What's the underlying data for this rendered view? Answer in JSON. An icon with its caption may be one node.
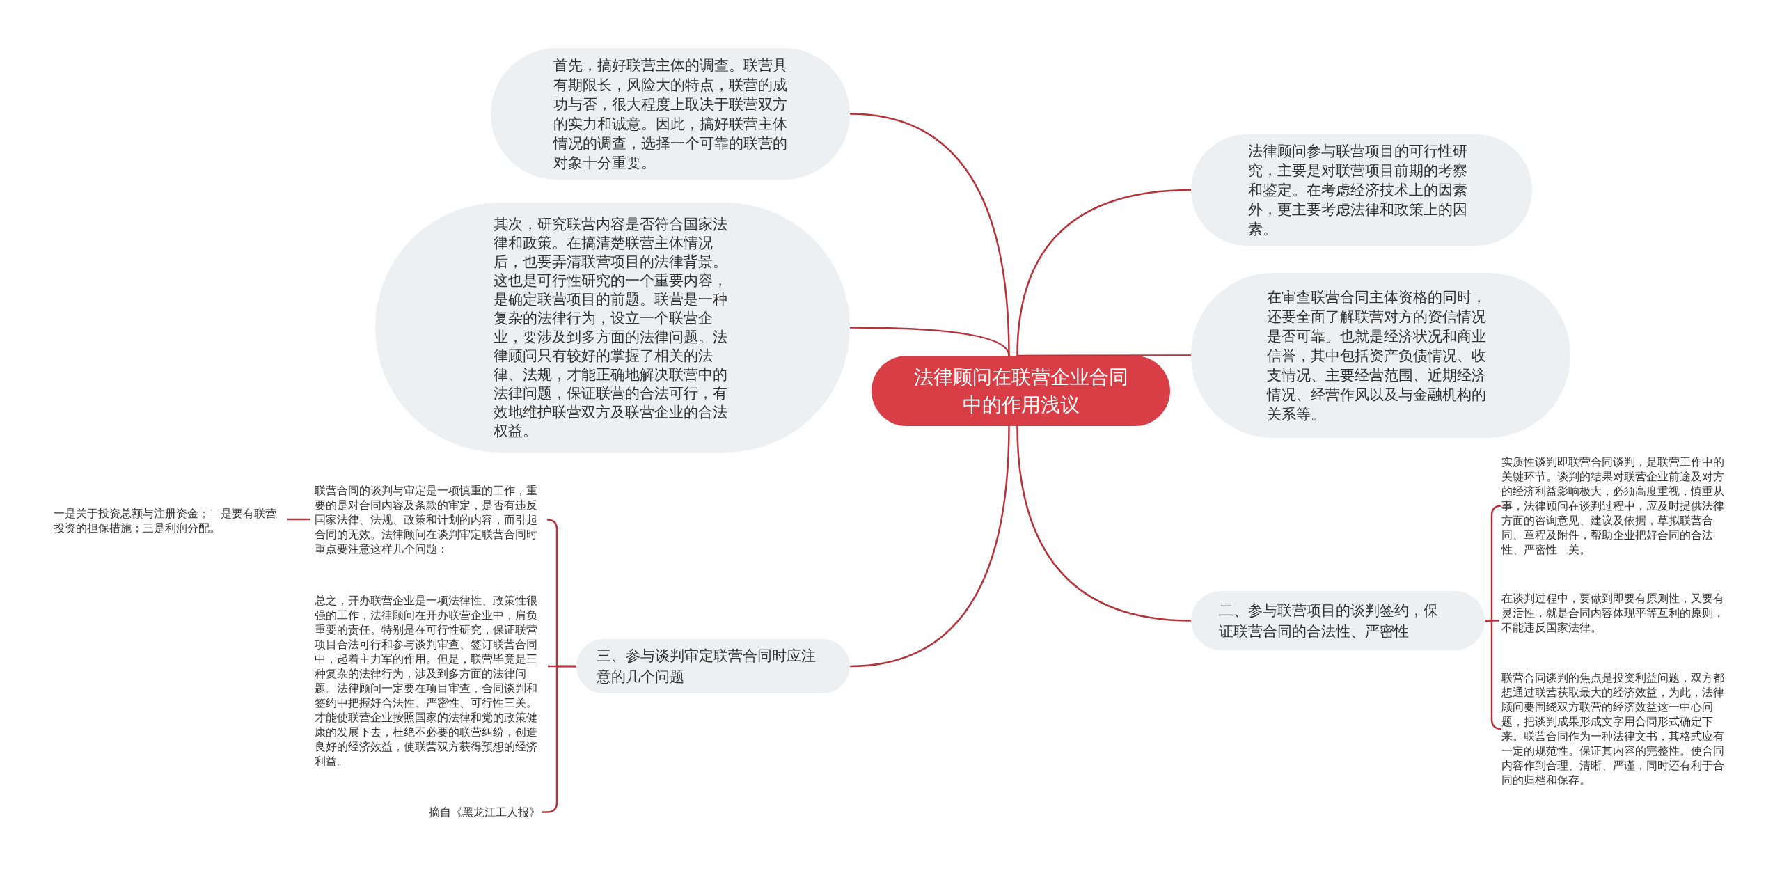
{
  "diagram": {
    "nodes": [
      {
        "text": [
          "法律顾问在联营企业合同中的作用浅议"
        ]
      },
      {
        "text": [
          "首先，搞好联营主体的调查。联营具有期限长，风险大的特点，联营的成功与否，很大程度上取决于联营双方的实力和诚意。因此，搞好联营主体情况的调查，选择一个可靠的联营的对象十分重要。"
        ]
      },
      {
        "text": [
          "其次，研究联营内容是否符合国家法律和政策。在搞清楚联营主体情况后，也要弄清联营项目的法律背景。这也是可行性研究的一个重要内容，是确定联营项目的前题。联营是一种复杂的法律行为，设立一个联营企业，要涉及到多方面的法律问题。法律顾问只有较好的掌握了相关的法律、法规，才能正确地解决联营中的法律问题，保证联营的合法可行，有效地维护联营双方及联营企业的合法权益。"
        ]
      },
      {
        "text": [
          "法律顾问参与联营项目的可行性研究，主要是对联营项目前期的考察和鉴定。在考虑经济技术上的因素外，更主要考虑法律和政策上的因素。"
        ]
      },
      {
        "text": [
          "在审查联营合同主体资格的同时，还要全面了解联营对方的资信情况是否可靠。也就是经济状况和商业信誉，其中包括资产负债情况、收支情况、主要经营范围、近期经济情况、经营作风以及与金融机构的关系等。"
        ]
      },
      {
        "text": [
          "二、参与联营项目的谈判签约，保证联营合同的合法性、严密性"
        ]
      },
      {
        "text": [
          "三、参与谈判审定联营合同时应注意的几个问题"
        ]
      },
      {
        "text": [
          "实质性谈判即联营合同谈判，是联营工作中的关键环节。谈判的结果对联营企业前途及对方的经济利益影响极大，必须高度重视，慎重从事，法律顾问在谈判过程中，应及时提供法律方面的咨询意见、建议及依据，草拟联营合同、章程及附件，帮助企业把好合同的合法性、严密性二关。"
        ]
      },
      {
        "text": [
          "在谈判过程中，要做到即要有原则性，又要有灵活性，就是合同内容体现平等互利的原则，不能违反国家法律。"
        ]
      },
      {
        "text": [
          "联营合同谈判的焦点是投资利益问题，双方都想通过联营获取最大的经济效益，为此，法律顾问要围绕双方联营的经济效益这一中心问题，把谈判成果形成文字用合同形式确定下来。联营合同作为一种法律文书，其格式应有一定的规范性。保证其内容的完整性。使合同内容作到合理、清晰、严谨，同时还有利于合同的归档和保存。"
        ]
      },
      {
        "text": [
          "联营合同的谈判与审定是一项慎重的工作，重要的是对合同内容及条款的审定，是否有违反国家法律、法规、政策和计划的内容，而引起合同的无效。法律顾问在谈判审定联营合同时重点要注意这样几个问题："
        ]
      },
      {
        "text": [
          "总之，开办联营企业是一项法律性、政策性很强的工作，法律顾问在开办联营企业中，肩负重要的责任。特别是在可行性研究，保证联营项目合法可行和参与谈判审查、签订联营合同中，起着主力军的作用。但是，联营毕竟是三种复杂的法律行为，涉及到多方面的法律问题。法律顾问一定要在项目审查，合同谈判和签约中把握好合法性、严密性、可行性三关。才能使联营企业按照国家的法律和党的政策健康的发展下去，杜绝不必要的联营纠纷，创造良好的经济效益，使联营双方获得预想的经济利益。"
        ]
      },
      {
        "text": [
          "摘自《黑龙江工人报》"
        ]
      },
      {
        "text": [
          "一是关于投资总额与注册资金；二是要有联营投资的担保措施；三是利润分配。"
        ]
      }
    ],
    "edges": [
      {
        "from": 0,
        "to": 1,
        "arrow": "none"
      },
      {
        "from": 0,
        "to": 2,
        "arrow": "none"
      },
      {
        "from": 0,
        "to": 3,
        "arrow": "none"
      },
      {
        "from": 0,
        "to": 4,
        "arrow": "none"
      },
      {
        "from": 0,
        "to": 5,
        "arrow": "none"
      },
      {
        "from": 0,
        "to": 6,
        "arrow": "none"
      },
      {
        "from": 5,
        "to": 7,
        "arrow": "none"
      },
      {
        "from": 5,
        "to": 8,
        "arrow": "none"
      },
      {
        "from": 5,
        "to": 9,
        "arrow": "none"
      },
      {
        "from": 6,
        "to": 10,
        "arrow": "none"
      },
      {
        "from": 6,
        "to": 11,
        "arrow": "none"
      },
      {
        "from": 6,
        "to": 12,
        "arrow": "none"
      },
      {
        "from": 10,
        "to": 13,
        "arrow": "none"
      }
    ]
  }
}
